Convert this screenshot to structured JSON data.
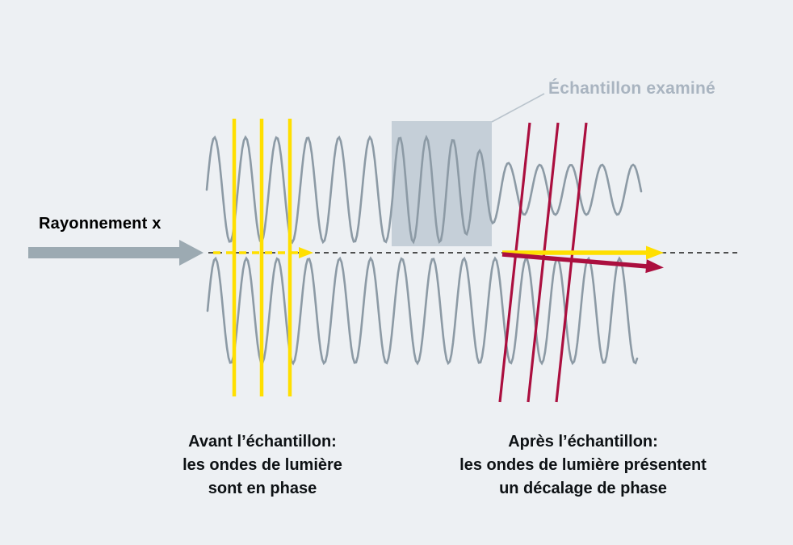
{
  "labels": {
    "sample_label": "Échantillon examiné",
    "radiation_label": "Rayonnement x"
  },
  "captions": {
    "before": [
      "Avant l’échantillon:",
      "les ondes de lumière",
      "sont en phase"
    ],
    "after": [
      "Après l’échantillon:",
      "les ondes de lumière présentent",
      "un décalage de phase"
    ]
  },
  "colors": {
    "background": "#edf0f3",
    "wave": "#8c9aa5",
    "yellow": "#ffdf00",
    "red": "#ab0f3f",
    "gray_arrow": "#9caab2",
    "sample_box": "#c5cfd8",
    "sample_pointer": "#b9c3cc",
    "sample_label_text": "#a9b4c0",
    "dashed_line": "#1b1b1b",
    "caption_text": "#0d1114"
  }
}
